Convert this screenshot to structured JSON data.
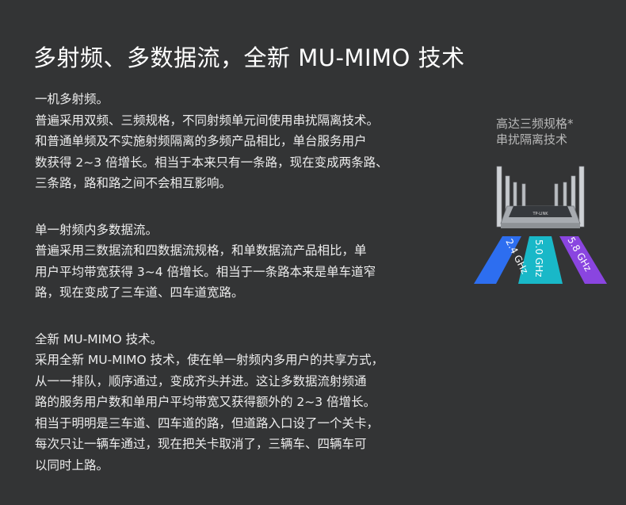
{
  "title": "多射频、多数据流，全新 MU-MIMO 技术",
  "paragraphs": [
    [
      "一机多射频。",
      "普遍采用双频、三频规格，不同射频单元间使用串扰隔离技术。",
      "和普通单频及不实施射频隔离的多频产品相比，单台服务用户",
      "数获得 2~3 倍增长。相当于本来只有一条路，现在变成两条路、",
      "三条路，路和路之间不会相互影响。"
    ],
    [
      "单一射频内多数据流。",
      "普遍采用三数据流和四数据流规格，和单数据流产品相比，单",
      "用户平均带宽获得 3~4 倍增长。相当于一条路本来是单车道窄",
      "路，现在变成了三车道、四车道宽路。"
    ],
    [
      "全新 MU-MIMO 技术。",
      "采用全新 MU-MIMO 技术，使在单一射频内多用户的共享方式，",
      "从一一排队，顺序通过，变成齐头并进。这让多数据流射频通",
      "路的服务用户数和单用户平均带宽又获得额外的 2~3 倍增长。",
      "相当于明明是三车道、四车道的路，但道路入口设了一个关卡，",
      "每次只让一辆车通过，现在把关卡取消了，三辆车、四辆车可",
      "以同时上路。"
    ]
  ],
  "caption": [
    "高达三频规格*",
    "串扰隔离技术"
  ],
  "router": {
    "brand": "TP-LINK",
    "bands": [
      {
        "label": "2.4 GHz",
        "color": "#2d6ef0"
      },
      {
        "label": "5.0 GHz",
        "color": "#19b8c8"
      },
      {
        "label": "5.8 GHz",
        "color": "#8a45e0"
      }
    ]
  }
}
